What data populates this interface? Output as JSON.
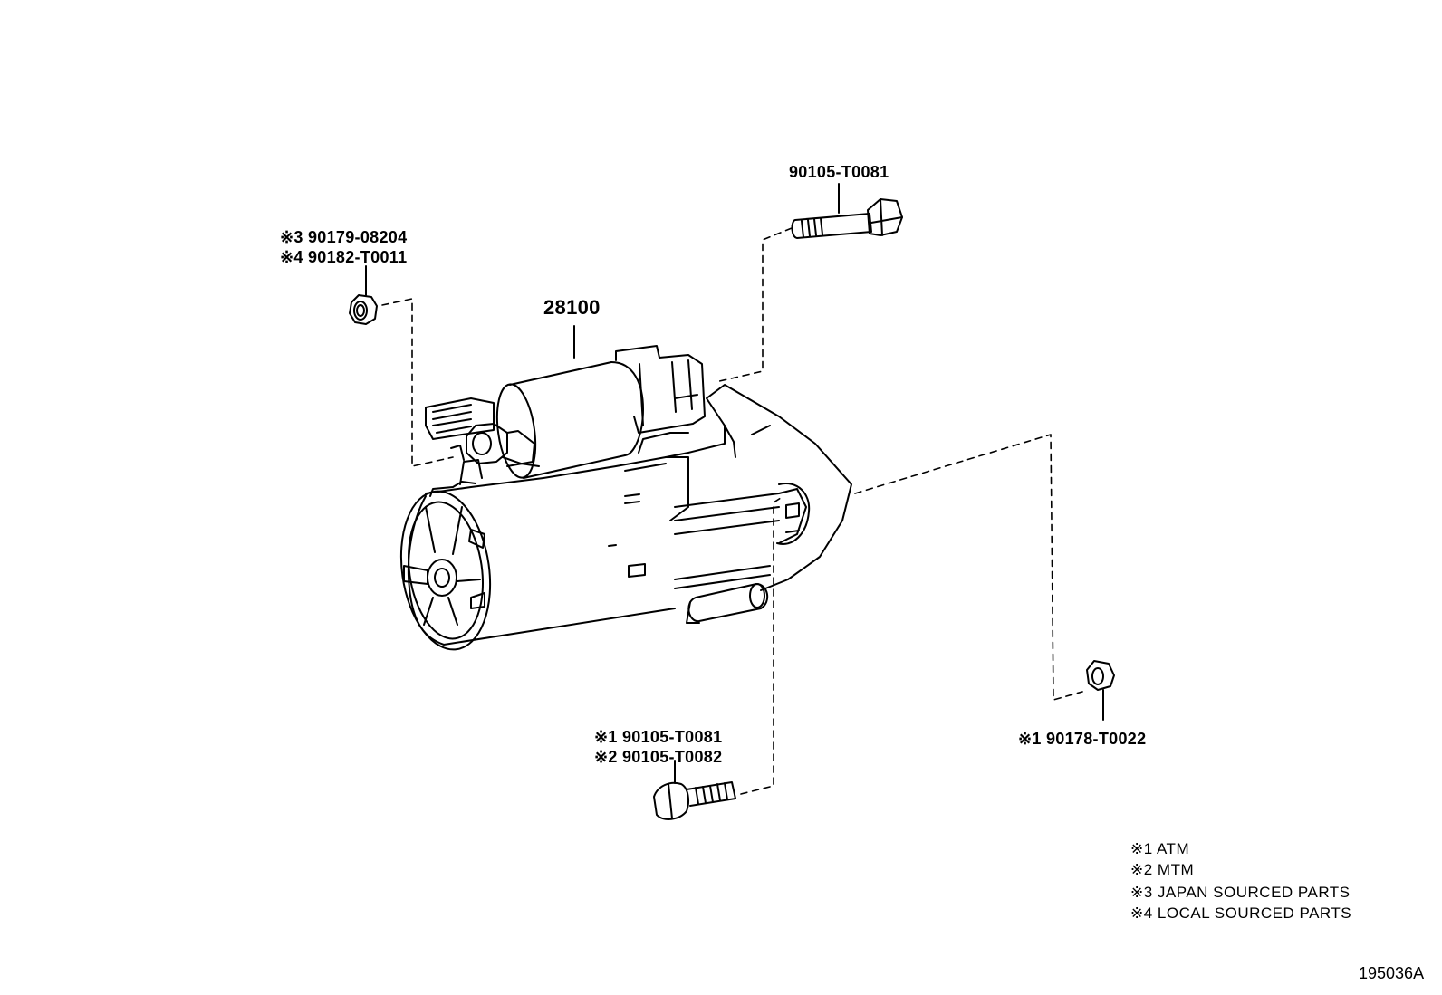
{
  "diagram_id": "195036A",
  "parts": {
    "starter": {
      "number": "28100"
    },
    "bolt_top": {
      "number": "90105-T0081"
    },
    "nut_left": {
      "line1": "※3  90179-08204",
      "line2": "※4  90182-T0011"
    },
    "bolt_bottom": {
      "line1": "※1 90105-T0081",
      "line2": "※2 90105-T0082"
    },
    "nut_right": {
      "line1": "※1 90178-T0022"
    }
  },
  "legend": [
    "※1 ATM",
    "※2 MTM",
    "※3 JAPAN SOURCED PARTS",
    "※4 LOCAL SOURCED PARTS"
  ],
  "colors": {
    "line": "#000000",
    "background": "#ffffff"
  }
}
